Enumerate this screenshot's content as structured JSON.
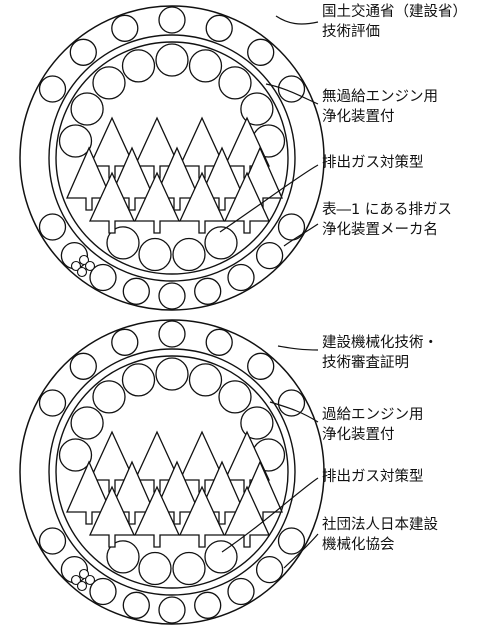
{
  "diagram_top": {
    "labels": [
      {
        "lines": [
          "国土交通省（建設省）",
          "技術評価"
        ]
      },
      {
        "lines": [
          "無過給エンジン用",
          "浄化装置付"
        ]
      },
      {
        "lines": [
          "排出ガス対策型"
        ]
      },
      {
        "lines": [
          "表―1 にある排ガス",
          "浄化装置メーカ名"
        ]
      }
    ]
  },
  "diagram_bottom": {
    "labels": [
      {
        "lines": [
          "建設機械化技術・",
          "技術審査証明"
        ]
      },
      {
        "lines": [
          "過給エンジン用",
          "浄化装置付"
        ]
      },
      {
        "lines": [
          "排出ガス対策型"
        ]
      },
      {
        "lines": [
          "社団法人日本建設",
          "機械化協会"
        ]
      }
    ]
  },
  "colors": {
    "ink": "#111111",
    "paper": "#ffffff"
  }
}
